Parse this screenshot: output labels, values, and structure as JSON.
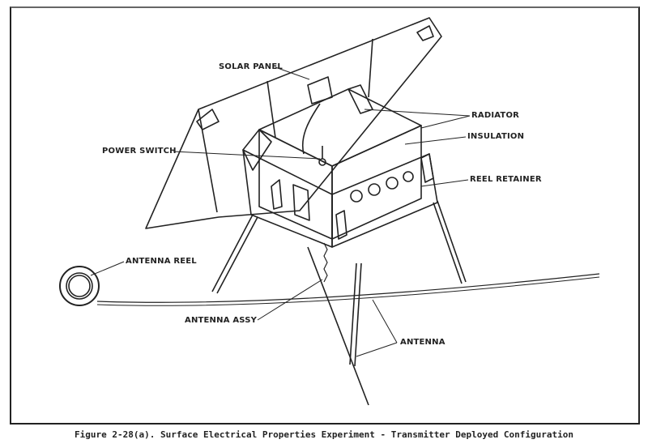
{
  "labels": {
    "solar_panel": "SOLAR PANEL",
    "radiator": "RADIATOR",
    "insulation": "INSULATION",
    "power_switch": "POWER SWITCH",
    "reel_retainer": "REEL RETAINER",
    "antenna_reel": "ANTENNA REEL",
    "antenna_assy": "ANTENNA ASSY",
    "antenna": "ANTENNA"
  },
  "caption": "Figure 2-28(a).  Surface Electrical Properties Experiment - Transmitter Deployed Configuration"
}
